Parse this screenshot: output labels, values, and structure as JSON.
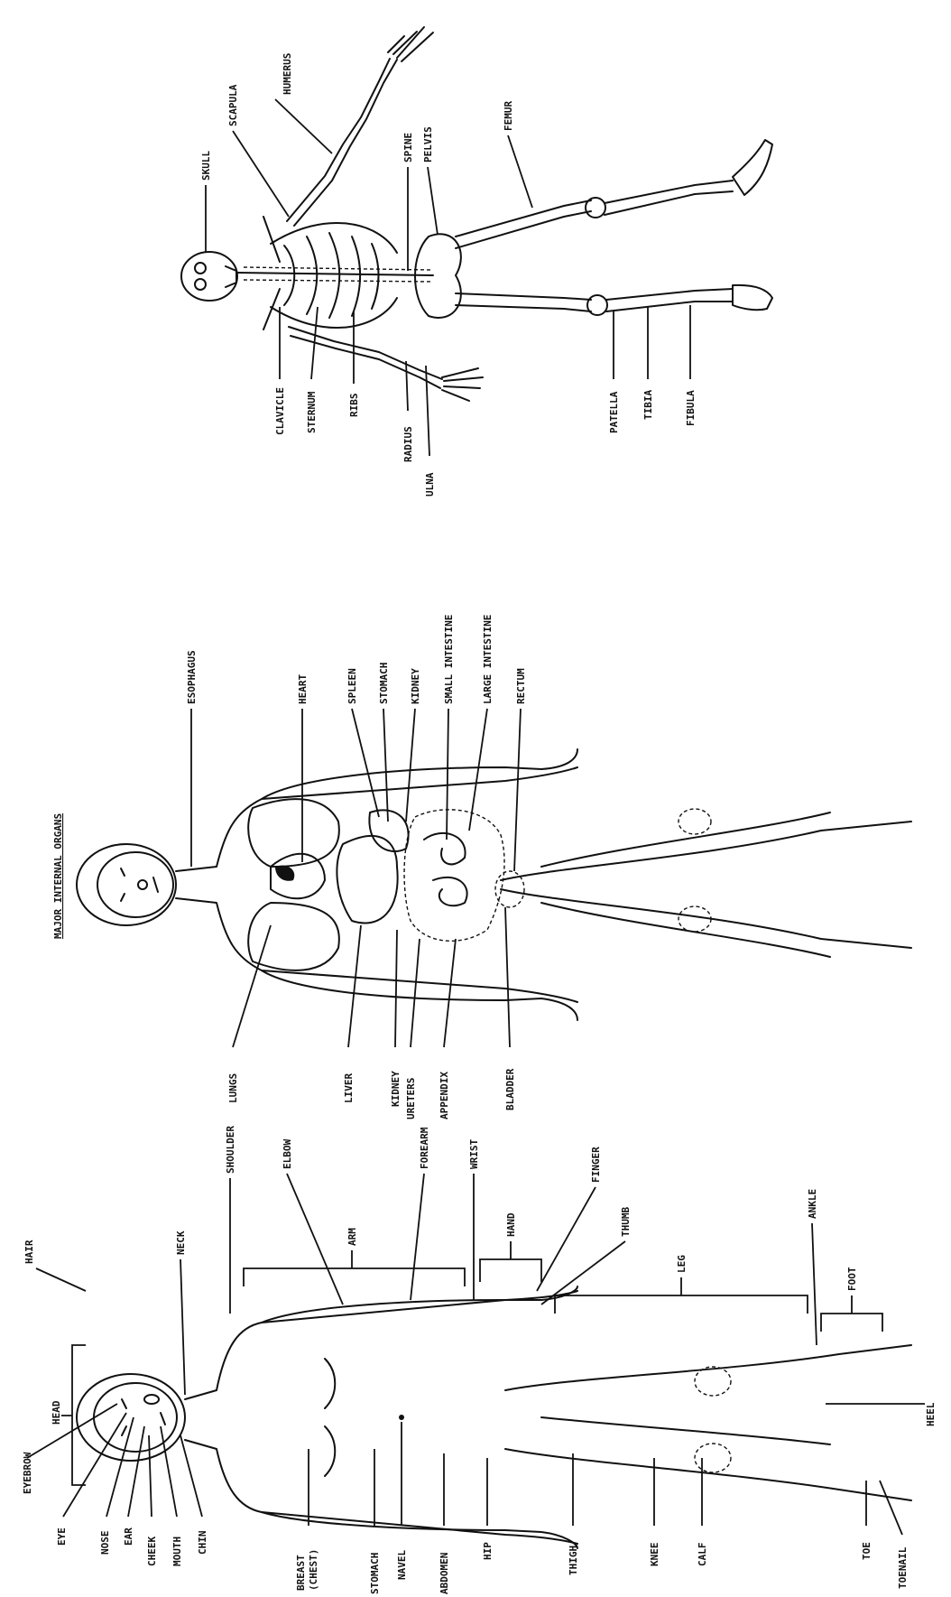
{
  "external": {
    "labels": {
      "hair": "HAIR",
      "head": "HEAD",
      "neck": "NECK",
      "shoulder": "SHOULDER",
      "elbow": "ELBOW",
      "arm": "ARM",
      "forearm": "FOREARM",
      "wrist": "WRIST",
      "hand": "HAND",
      "finger": "FINGER",
      "thumb": "THUMB",
      "leg": "LEG",
      "ankle": "ANKLE",
      "foot": "FOOT",
      "heel": "HEEL",
      "eyebrow": "EYEBROW",
      "eye": "EYE",
      "nose": "NOSE",
      "ear": "EAR",
      "cheek": "CHEEK",
      "mouth": "MOUTH",
      "chin": "CHIN",
      "breast": "BREAST",
      "chest": "(CHEST)",
      "stomach": "STOMACH",
      "navel": "NAVEL",
      "abdomen": "ABDOMEN",
      "hip": "HIP",
      "thigh": "THIGH",
      "knee": "KNEE",
      "calf": "CALF",
      "toe": "TOE",
      "toenail": "TOENAIL"
    }
  },
  "organs": {
    "title": "MAJOR INTERNAL ORGANS",
    "labels": {
      "esophagus": "ESOPHAGUS",
      "heart": "HEART",
      "spleen": "SPLEEN",
      "stomach": "STOMACH",
      "kidney_top": "KIDNEY",
      "small_intestine": "SMALL INTESTINE",
      "large_intestine": "LARGE INTESTINE",
      "rectum": "RECTUM",
      "lungs": "LUNGS",
      "liver": "LIVER",
      "kidney_bottom": "KIDNEY",
      "ureters": "URETERS",
      "appendix": "APPENDIX",
      "bladder": "BLADDER"
    }
  },
  "skeleton": {
    "labels": {
      "skull": "SKULL",
      "scapula": "SCAPULA",
      "humerus": "HUMERUS",
      "spine": "SPINE",
      "pelvis": "PELVIS",
      "femur": "FEMUR",
      "clavicle": "CLAVICLE",
      "sternum": "STERNUM",
      "ribs": "RIBS",
      "radius": "RADIUS",
      "ulna": "ULNA",
      "patella": "PATELLA",
      "tibia": "TIBIA",
      "fibula": "FIBULA"
    }
  }
}
